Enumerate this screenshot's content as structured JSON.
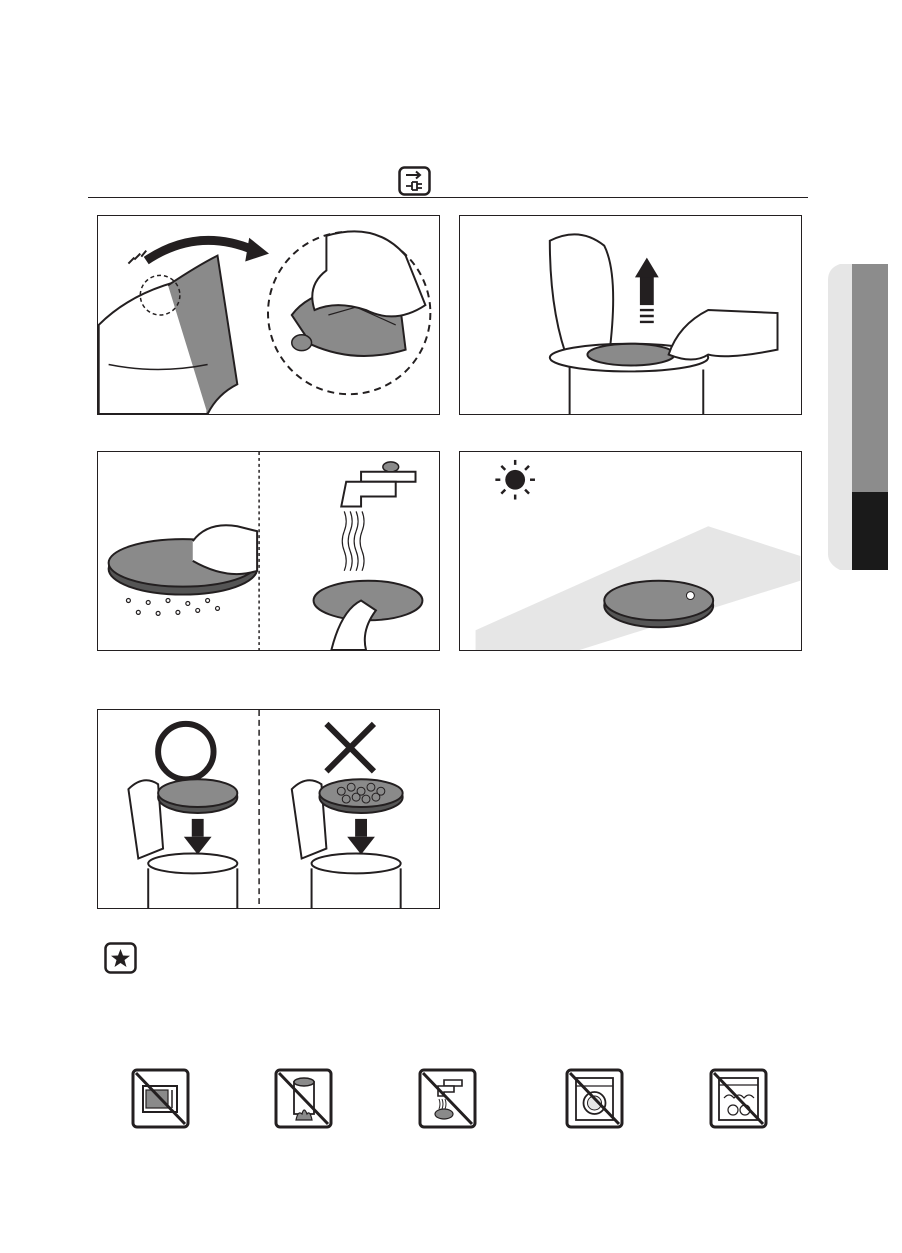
{
  "header": {
    "unplug_icon": "unplug-power-icon"
  },
  "steps": [
    {
      "icon": "rotate-lock-release-illustration"
    },
    {
      "icon": "lift-filter-illustration"
    },
    {
      "icon": "tap-and-rinse-filter-illustration"
    },
    {
      "icon": "dry-in-sun-illustration"
    },
    {
      "icon": "correct-vs-incorrect-reinsert-illustration"
    }
  ],
  "note": {
    "icon": "star-note-icon"
  },
  "prohibited": [
    {
      "icon": "no-microwave-icon"
    },
    {
      "icon": "no-fire-drying-icon"
    },
    {
      "icon": "no-hot-water-icon"
    },
    {
      "icon": "no-washing-machine-icon"
    },
    {
      "icon": "no-dishwasher-icon"
    }
  ],
  "colors": {
    "ink": "#231f20",
    "filter_gray": "#8a8a8a",
    "tab_gray": "#8c8c8c",
    "tab_dark": "#1a1a1a",
    "light_gray": "#e6e6e6"
  }
}
